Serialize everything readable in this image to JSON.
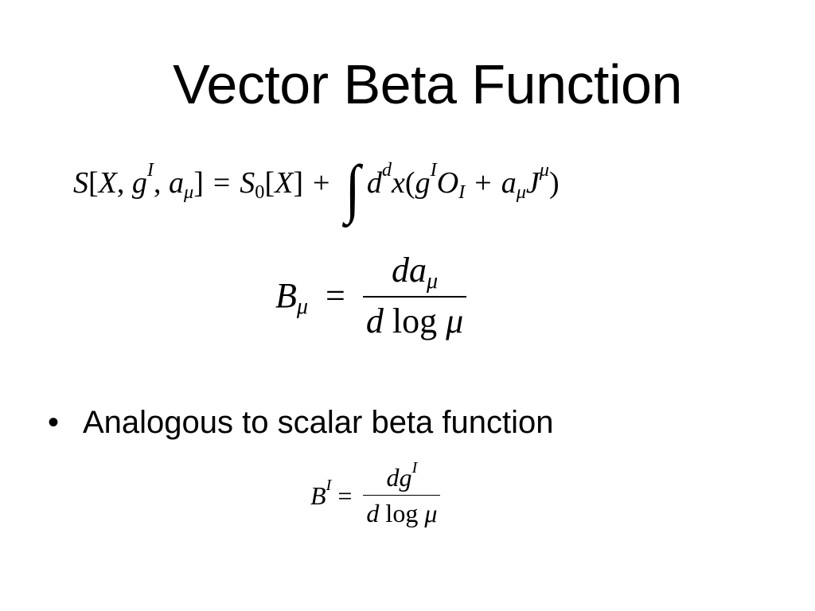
{
  "slide": {
    "title": "Vector Beta Function",
    "bullet_marker": "•",
    "bullet_text": "Analogous to scalar beta function"
  },
  "equations": {
    "action_lhs": "S[X, gI, aμ]",
    "action_rhs": "S0[X] + ∫ ddx(gI OI + aμ Jμ)",
    "vector_beta": "Bμ = daμ / d log μ",
    "scalar_beta": "BI = dgI / d log μ"
  }
}
